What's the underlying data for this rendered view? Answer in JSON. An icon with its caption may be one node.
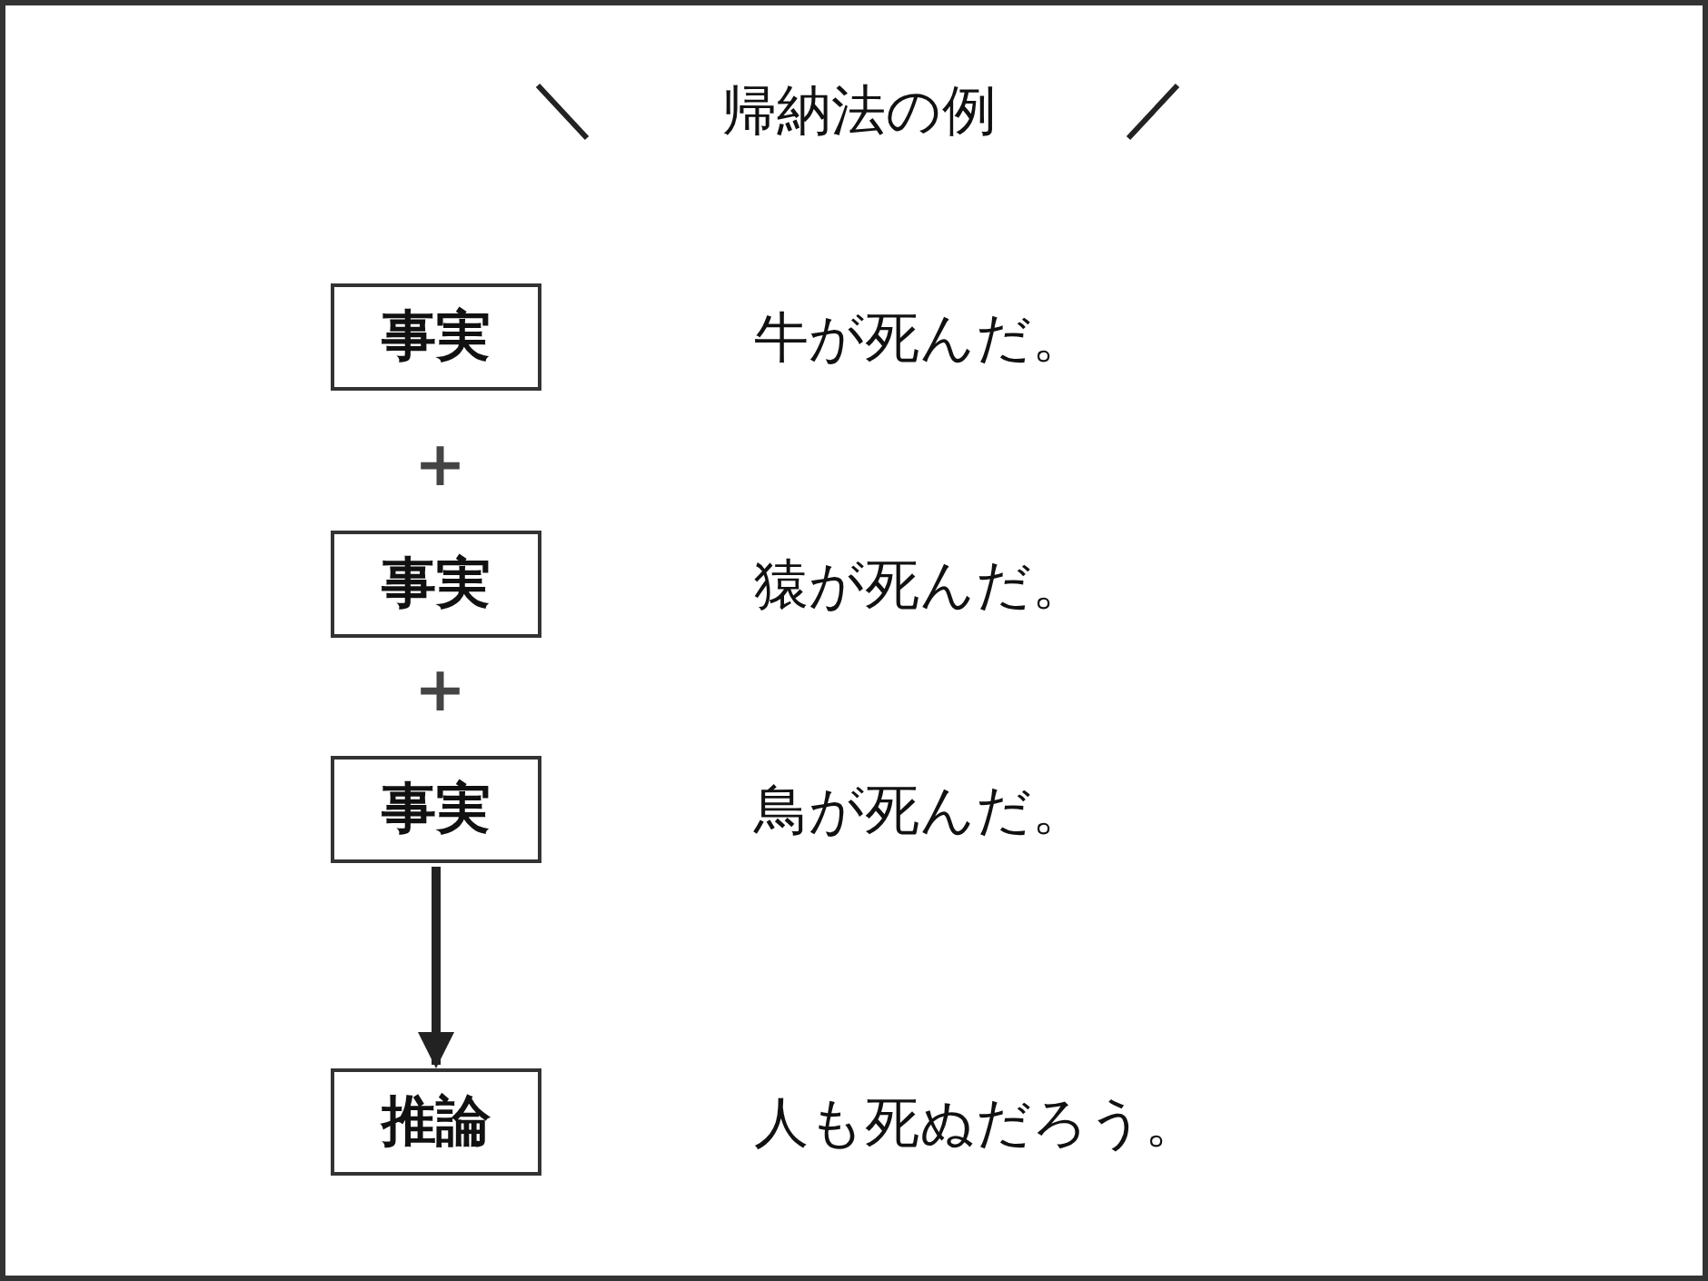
{
  "diagram": {
    "title": "帰納法の例",
    "nodes": [
      {
        "text": [
          "事実"
        ],
        "beside": [
          "牛が死んだ。"
        ]
      },
      {
        "text": [
          "事実"
        ],
        "beside": [
          "猿が死んだ。"
        ]
      },
      {
        "text": [
          "事実"
        ],
        "beside": [
          "鳥が死んだ。"
        ]
      },
      {
        "text": [
          "推論"
        ],
        "beside": [
          "人も死ぬだろう。"
        ]
      }
    ],
    "edges": [
      {
        "from": 2,
        "to": 3,
        "arrow": "to"
      }
    ],
    "labels": [
      "+",
      "+"
    ]
  }
}
